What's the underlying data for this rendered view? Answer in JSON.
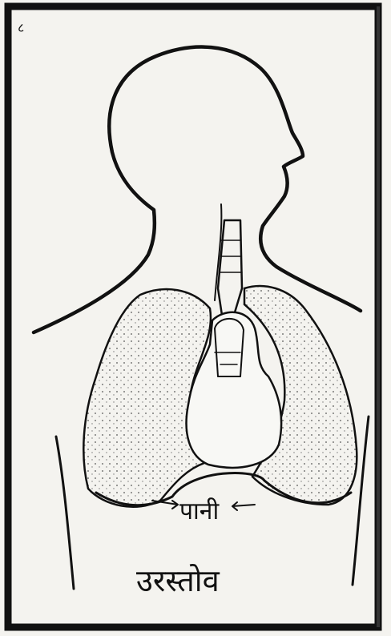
{
  "diagram": {
    "corner_mark": "८",
    "labels": {
      "water": "पानी",
      "chest": "उरस्तोव"
    }
  },
  "colors": {
    "paper": "#f4f3ef",
    "ink": "#111111",
    "lung_fill": "#efefea"
  }
}
